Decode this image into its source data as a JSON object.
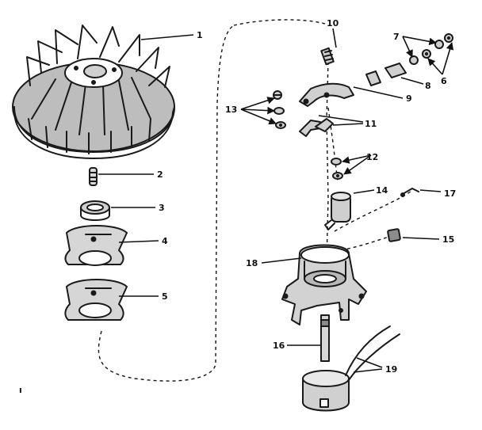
{
  "callouts": {
    "c1": "1",
    "c2": "2",
    "c3": "3",
    "c4": "4",
    "c5": "5",
    "c6": "6",
    "c7": "7",
    "c8": "8",
    "c9": "9",
    "c10": "10",
    "c11": "11",
    "c12": "12",
    "c13": "13",
    "c14": "14",
    "c15": "15",
    "c16": "16",
    "c17": "17",
    "c18": "18",
    "c19": "19"
  },
  "corner_mark": "ı"
}
